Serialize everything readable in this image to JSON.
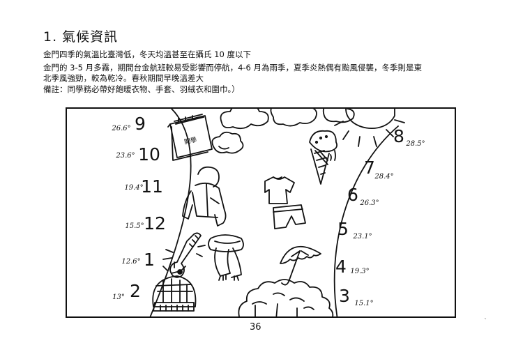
{
  "section": {
    "title": "1. 氣候資訊",
    "paragraphs": [
      "金門四季的氣溫比臺灣低，冬天均溫甚至在攝氏 10 度以下",
      "金門的 3-5 月多霧，期間台金航班較易受影響而停航，4-6 月為雨季，夏季炎熱偶有颱風侵襲，冬季則是東",
      "北季風強勁，較為乾冷。春秋期間早晚溫差大",
      "備註：同學務必帶好飽暖衣物、手套、羽絨衣和圍巾。）"
    ]
  },
  "illustration": {
    "calendar_text": "開學",
    "left_months": [
      {
        "month": "9",
        "temp": "26.6°"
      },
      {
        "month": "10",
        "temp": "23.6°"
      },
      {
        "month": "11",
        "temp": "19.4°"
      },
      {
        "month": "12",
        "temp": "15.5°"
      },
      {
        "month": "1",
        "temp": "12.6°"
      },
      {
        "month": "2",
        "temp": "13°"
      }
    ],
    "right_months": [
      {
        "month": "8",
        "temp": "28.5°"
      },
      {
        "month": "7",
        "temp": "28.4°"
      },
      {
        "month": "6",
        "temp": "26.3°"
      },
      {
        "month": "5",
        "temp": "23.1°"
      },
      {
        "month": "4",
        "temp": "19.3°"
      },
      {
        "month": "3",
        "temp": "15.1°"
      }
    ]
  },
  "page_number": "36",
  "corner_mark": "ˋ"
}
